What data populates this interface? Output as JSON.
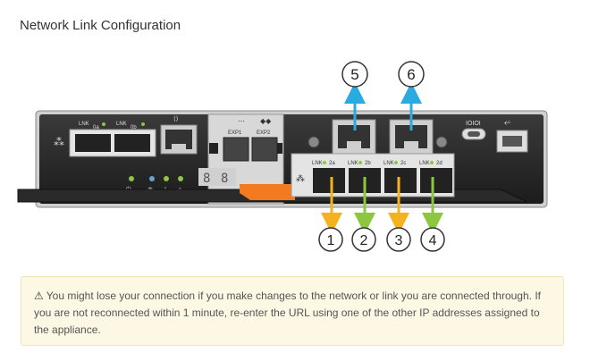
{
  "page": {
    "title": "Network Link Configuration"
  },
  "hardware": {
    "labels": {
      "lnk_0a": "LNK",
      "port_0a": "0a",
      "lnk_0b": "LNK",
      "port_0b": "0b",
      "exp1": "EXP1",
      "exp2": "EXP2",
      "seg_digit_1": "8",
      "seg_digit_2": "8",
      "lnk_2a": "LNK",
      "port_2a": "2a",
      "lnk_2b": "LNK",
      "port_2b": "2b",
      "lnk_2c": "LNK",
      "port_2c": "2c",
      "lnk_2d": "LNK",
      "port_2d": "2d"
    },
    "callouts": [
      {
        "number": "1",
        "color": "#f5b21f"
      },
      {
        "number": "2",
        "color": "#8dc63f"
      },
      {
        "number": "3",
        "color": "#f5b21f"
      },
      {
        "number": "4",
        "color": "#8dc63f"
      },
      {
        "number": "5",
        "color": "#29abe2"
      },
      {
        "number": "6",
        "color": "#29abe2"
      }
    ]
  },
  "alert": {
    "icon": "warning-triangle-icon",
    "message": "You might lose your connection if you make changes to the network or link you are connected through. If you are not reconnected within 1 minute, re-enter the URL using one of the other IP addresses assigned to the appliance."
  }
}
